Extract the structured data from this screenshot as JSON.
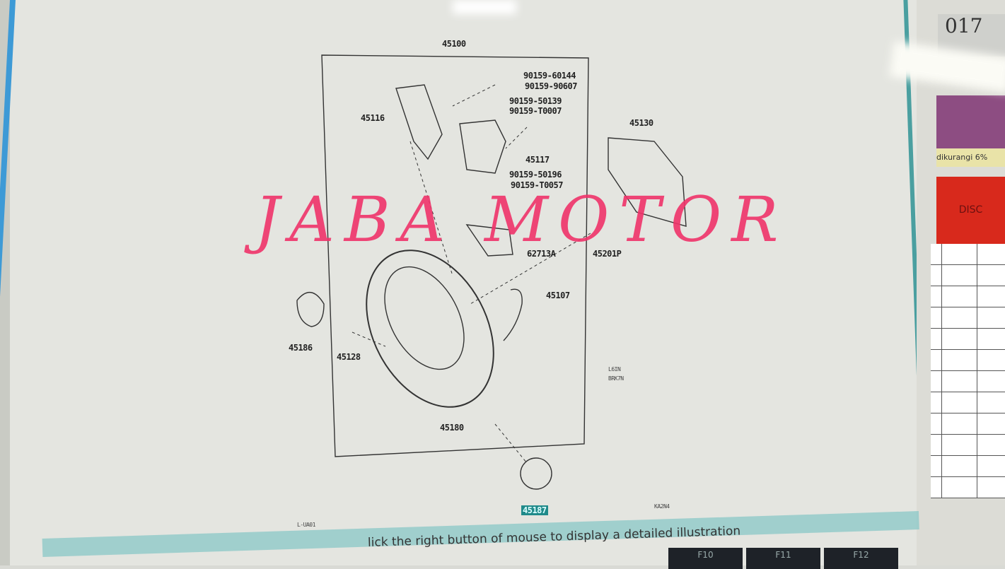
{
  "diagram": {
    "frame_label": "45100",
    "parts": [
      {
        "label": "90159-60144"
      },
      {
        "label": "90159-90607"
      },
      {
        "label": "90159-50139"
      },
      {
        "label": "90159-T0007"
      },
      {
        "label": "45116"
      },
      {
        "label": "45130"
      },
      {
        "label": "45117"
      },
      {
        "label": "90159-50196"
      },
      {
        "label": "90159-T0057"
      },
      {
        "label": "62713A"
      },
      {
        "label": "45201P"
      },
      {
        "label": "45107"
      },
      {
        "label": "45186"
      },
      {
        "label": "45128"
      },
      {
        "label": "45180"
      },
      {
        "label": "45187"
      }
    ],
    "selected_part": "45187",
    "footnotes": [
      "L6IN",
      "BRK7N",
      "L-UA01",
      "KA2N4"
    ]
  },
  "watermark": "JABA MOTOR",
  "status_bar": {
    "hint": "lick the right button of mouse to display a detailed illustration"
  },
  "function_keys": [
    "F10",
    "F11",
    "F12"
  ],
  "side_panel": {
    "year_fragment": "017",
    "note": "dikurangi 6%",
    "header": "DISC"
  },
  "colors": {
    "accent_border": "#3d9ad6",
    "highlight": "#1f8a8a",
    "watermark": "#f0336a",
    "panel_red": "#d8291c",
    "panel_purple": "#8d4d82"
  }
}
